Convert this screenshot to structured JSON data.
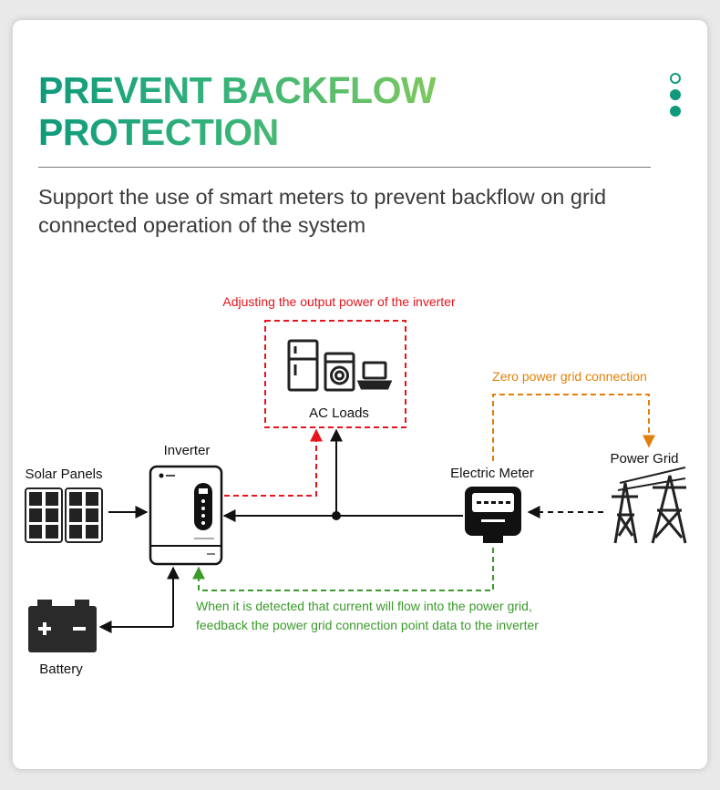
{
  "header": {
    "title_line1": "PREVENT BACKFLOW",
    "title_line2": "PROTECTION",
    "subtitle": "Support the use of smart meters to prevent backflow on grid connected operation of the system"
  },
  "colors": {
    "title_gradient_start": "#0f9a7d",
    "title_gradient_end": "#7cc85e",
    "accent_dots": "#0f9a7d",
    "control_annotation": "#e8141c",
    "zero_grid_annotation": "#e0800a",
    "feedback_annotation": "#3a9a2a"
  },
  "diagram": {
    "solar_panels": "Solar Panels",
    "inverter": "Inverter",
    "ac_loads": "AC Loads",
    "electric_meter": "Electric Meter",
    "power_grid": "Power Grid",
    "battery": "Battery",
    "adjust_note": "Adjusting the output power of the inverter",
    "zero_grid_note": "Zero power grid connection",
    "feedback_line1": "When it is detected that current will flow into the power grid,",
    "feedback_line2": "feedback the power grid connection point data to the inverter",
    "icons": [
      "fridge-icon",
      "washing-machine-icon",
      "laptop-icon",
      "solar-panel-icon",
      "inverter-icon",
      "electric-meter-icon",
      "power-tower-icon",
      "battery-icon"
    ]
  }
}
